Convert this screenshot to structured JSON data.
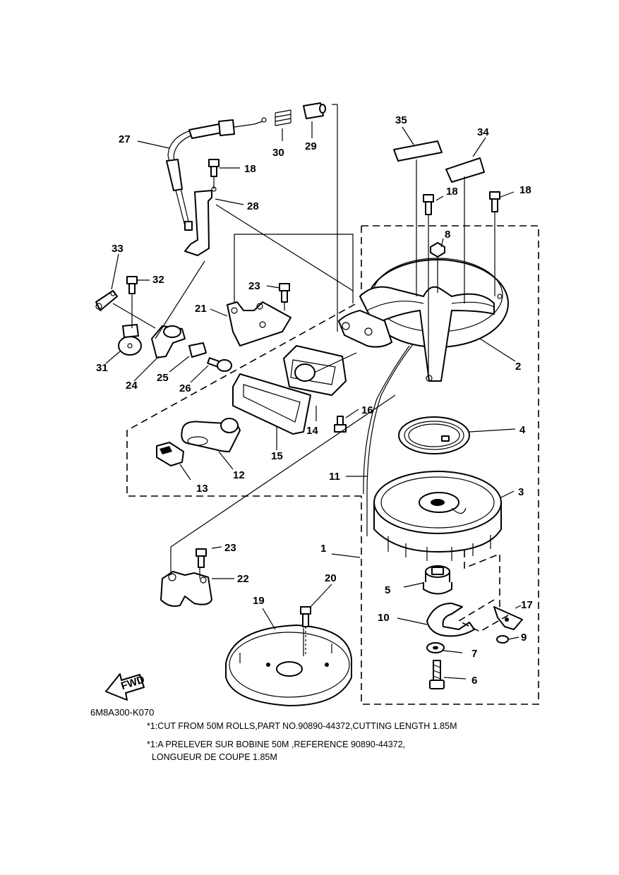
{
  "labels": {
    "p1": "1",
    "p2": "2",
    "p3": "3",
    "p4": "4",
    "p5": "5",
    "p6": "6",
    "p7": "7",
    "p8": "8",
    "p9": "9",
    "p10": "10",
    "p11": "11",
    "p12": "12",
    "p13": "13",
    "p14": "14",
    "p15": "15",
    "p16": "16",
    "p17": "17",
    "p18a": "18",
    "p18b": "18",
    "p18c": "18",
    "p19": "19",
    "p20": "20",
    "p21": "21",
    "p22": "22",
    "p23a": "23",
    "p23b": "23",
    "p24": "24",
    "p25": "25",
    "p26": "26",
    "p27": "27",
    "p28": "28",
    "p29": "29",
    "p30": "30",
    "p31": "31",
    "p32": "32",
    "p33": "33",
    "p34": "34",
    "p35": "35"
  },
  "fwd_badge": "FWD",
  "figure_code": "6M8A300-K070",
  "notes": [
    "*1:CUT FROM 50M ROLLS,PART NO.90890-44372,CUTTING LENGTH 1.85M",
    "*1:A PRELEVER SUR BOBINE 50M ,REFERENCE 90890-44372,\n  LONGUEUR DE COUPE 1.85M"
  ]
}
